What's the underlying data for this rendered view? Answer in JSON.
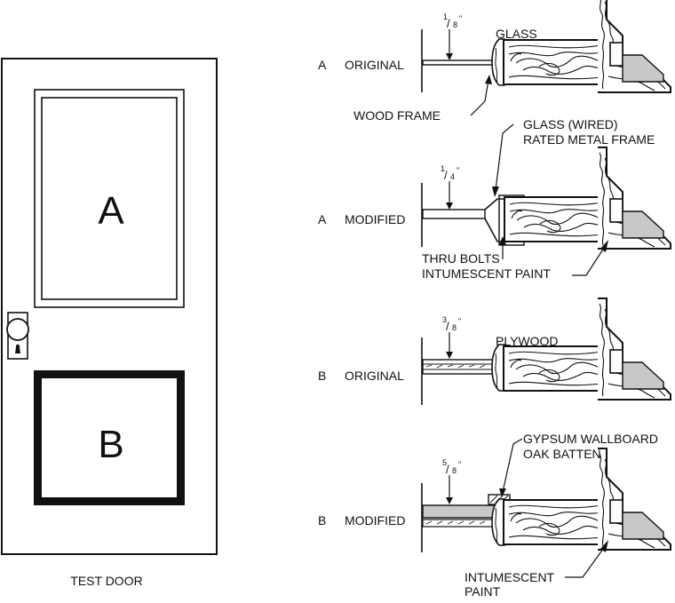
{
  "door": {
    "caption": "TEST DOOR",
    "panel_a": "A",
    "panel_b": "B"
  },
  "details": [
    {
      "panel": "A",
      "condition": "ORIGINAL",
      "thickness_num": "1",
      "thickness_den": "8",
      "thickness_unit": "\"",
      "labels": [
        "GLASS",
        "WOOD FRAME"
      ]
    },
    {
      "panel": "A",
      "condition": "MODIFIED",
      "thickness_num": "1",
      "thickness_den": "4",
      "thickness_unit": "\"",
      "labels": [
        "GLASS (WIRED)",
        "RATED METAL FRAME",
        "THRU BOLTS",
        "INTUMESCENT PAINT"
      ]
    },
    {
      "panel": "B",
      "condition": "ORIGINAL",
      "thickness_num": "3",
      "thickness_den": "8",
      "thickness_unit": "\"",
      "labels": [
        "PLYWOOD"
      ]
    },
    {
      "panel": "B",
      "condition": "MODIFIED",
      "thickness_num": "5",
      "thickness_den": "8",
      "thickness_unit": "\"",
      "labels": [
        "GYPSUM WALLBOARD",
        "OAK BATTEN",
        "INTUMESCENT",
        "PAINT"
      ]
    }
  ],
  "colors": {
    "ink": "#111111",
    "fill_gray": "#cccccc",
    "paper": "#ffffff"
  }
}
